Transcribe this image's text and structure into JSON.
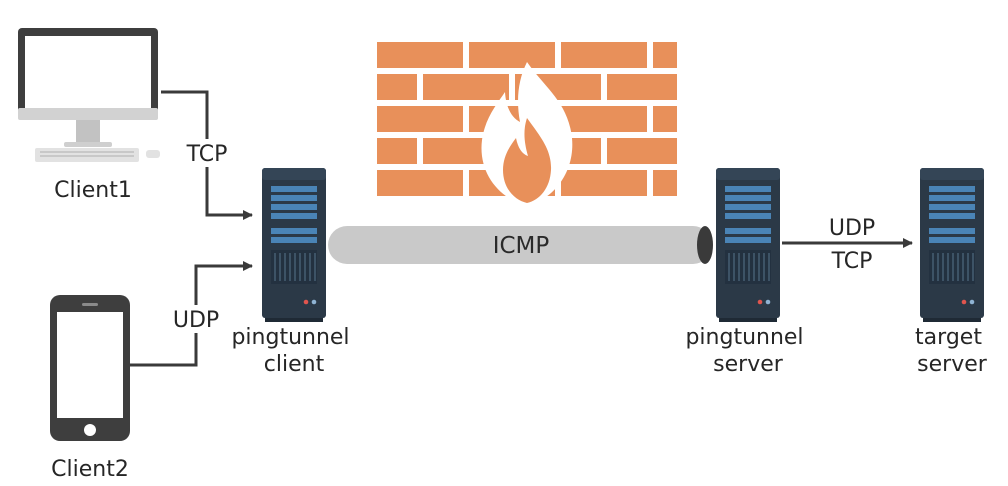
{
  "nodes": {
    "client1": "Client1",
    "client2": "Client2",
    "pingtunnel_client": [
      "pingtunnel",
      "client"
    ],
    "pingtunnel_server": [
      "pingtunnel",
      "server"
    ],
    "target_server": [
      "target",
      "server"
    ]
  },
  "edges": {
    "client1_protocol": "TCP",
    "client2_protocol": "UDP",
    "tunnel_protocol": "ICMP",
    "server_to_target_protocols": [
      "UDP",
      "TCP"
    ]
  },
  "icons": {
    "client1": "desktop-computer-icon",
    "client2": "smartphone-icon",
    "firewall": "firewall-icon",
    "servers": "server-tower-icon"
  },
  "colors": {
    "firewall": "#e8905a",
    "server_body": "#2b3947",
    "server_panel": "#4a84b6",
    "tunnel": "#c9c9c9",
    "connector": "#3a3a3a"
  }
}
